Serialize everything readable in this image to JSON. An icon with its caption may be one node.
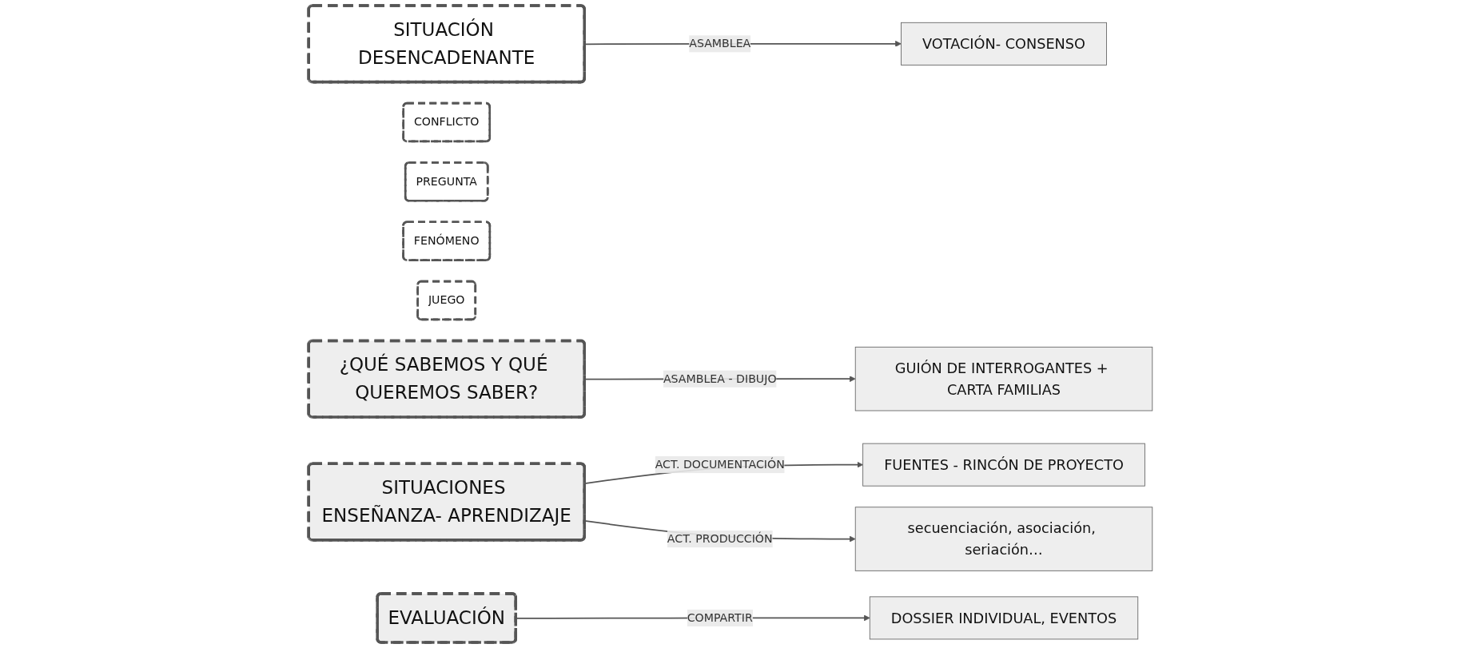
{
  "diagram": {
    "nodes": [
      {
        "text": [
          "SITUACIÓN DESENCADENANTE"
        ]
      },
      {
        "text": [
          "CONFLICTO"
        ]
      },
      {
        "text": [
          "PREGUNTA"
        ]
      },
      {
        "text": [
          "FENÓMENO"
        ]
      },
      {
        "text": [
          "JUEGO"
        ]
      },
      {
        "text": [
          "VOTACIÓN- CONSENSO"
        ]
      },
      {
        "text": [
          "¿QUÉ SABEMOS Y QUÉ QUEREMOS SABER?"
        ]
      },
      {
        "text": [
          "GUIÓN DE INTERROGANTES + CARTA FAMILIAS"
        ]
      },
      {
        "text": [
          "SITUACIONES ENSEÑANZA- APRENDIZAJE"
        ]
      },
      {
        "text": [
          "FUENTES - RINCÓN DE PROYECTO"
        ]
      },
      {
        "text": [
          "secuenciación, asociación, seriación…"
        ]
      },
      {
        "text": [
          "EVALUACIÓN"
        ]
      },
      {
        "text": [
          "DOSSIER INDIVIDUAL, EVENTOS"
        ]
      }
    ],
    "edges": [
      {
        "from": 0,
        "to": 5,
        "arrow": "to",
        "label": "ASAMBLEA"
      },
      {
        "from": 6,
        "to": 7,
        "arrow": "to",
        "label": "ASAMBLEA - DIBUJO"
      },
      {
        "from": 8,
        "to": 9,
        "arrow": "to",
        "label": "ACT. DOCUMENTACIÓN"
      },
      {
        "from": 8,
        "to": 10,
        "arrow": "to",
        "label": "ACT. PRODUCCIÓN"
      },
      {
        "from": 11,
        "to": 12,
        "arrow": "to",
        "label": "COMPARTIR"
      }
    ]
  }
}
